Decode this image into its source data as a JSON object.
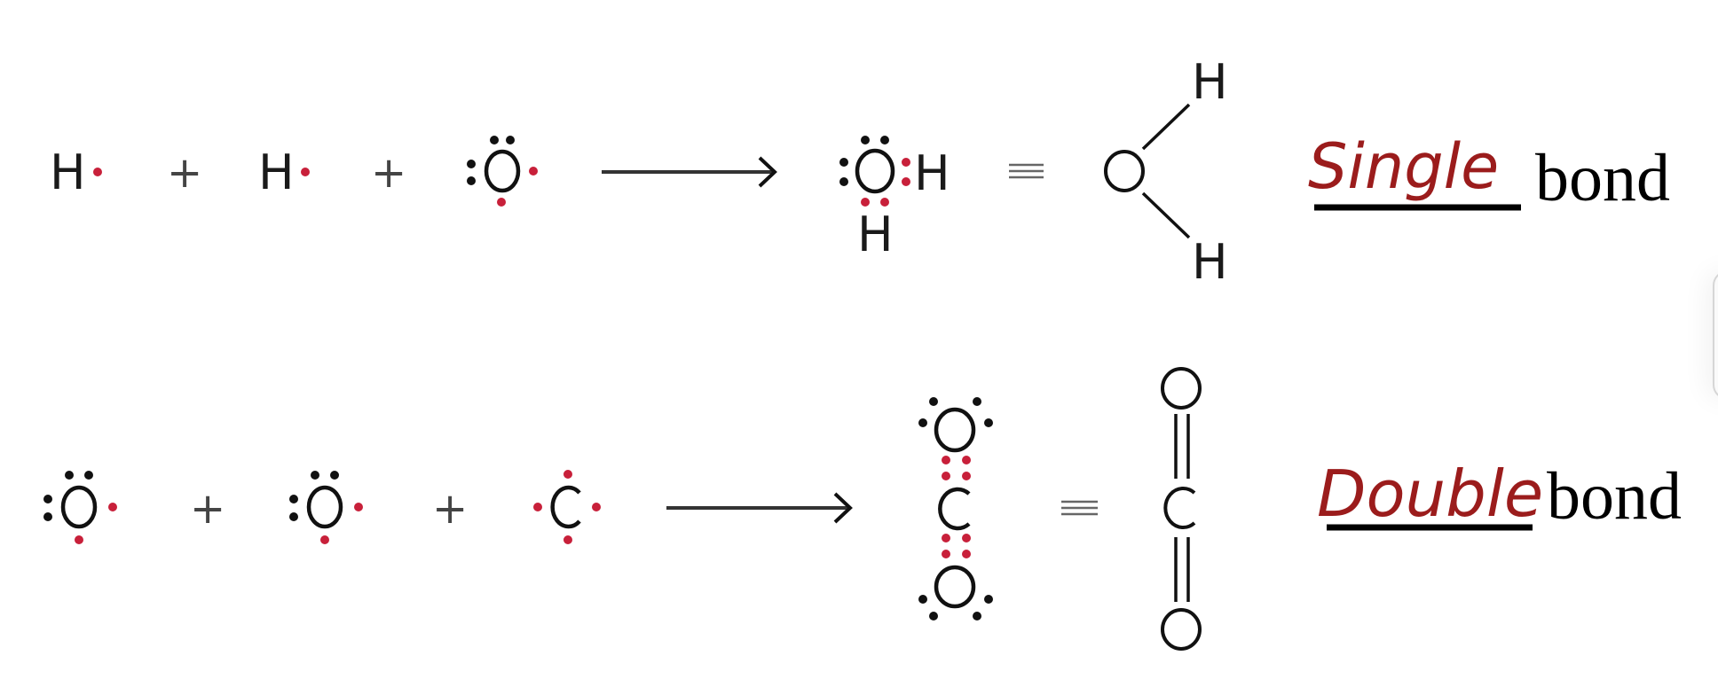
{
  "reactions": [
    {
      "id": "water",
      "reactants": [
        {
          "atom": "H",
          "valence_electrons": 1
        },
        {
          "atom": "H",
          "valence_electrons": 1
        },
        {
          "atom": "O",
          "valence_electrons": 6
        }
      ],
      "operators": [
        "+",
        "+"
      ],
      "arrow": "→",
      "product_lewis": {
        "center": "O",
        "substituents": [
          "H",
          "H"
        ],
        "shared_pairs": 2
      },
      "equivalence": "≡",
      "structural": {
        "center": "O",
        "top": "H",
        "bottom": "H",
        "bond": "single"
      },
      "answer": {
        "handwritten": "Single",
        "label": "bond"
      }
    },
    {
      "id": "carbon-dioxide",
      "reactants": [
        {
          "atom": "O",
          "valence_electrons": 6
        },
        {
          "atom": "O",
          "valence_electrons": 6
        },
        {
          "atom": "C",
          "valence_electrons": 4
        }
      ],
      "operators": [
        "+",
        "+"
      ],
      "arrow": "→",
      "product_lewis": {
        "center": "C",
        "substituents": [
          "O",
          "O"
        ],
        "shared_pairs": 4
      },
      "equivalence": "≡",
      "structural": {
        "top": "O",
        "center": "C",
        "bottom": "O",
        "bond": "double"
      },
      "answer": {
        "handwritten": "Double",
        "label": "bond"
      }
    }
  ],
  "colors": {
    "bonding_electron": "#c8203a",
    "lone_electron": "#111111",
    "handwriting": "#9b1c1c",
    "text": "#1a1a1a"
  }
}
